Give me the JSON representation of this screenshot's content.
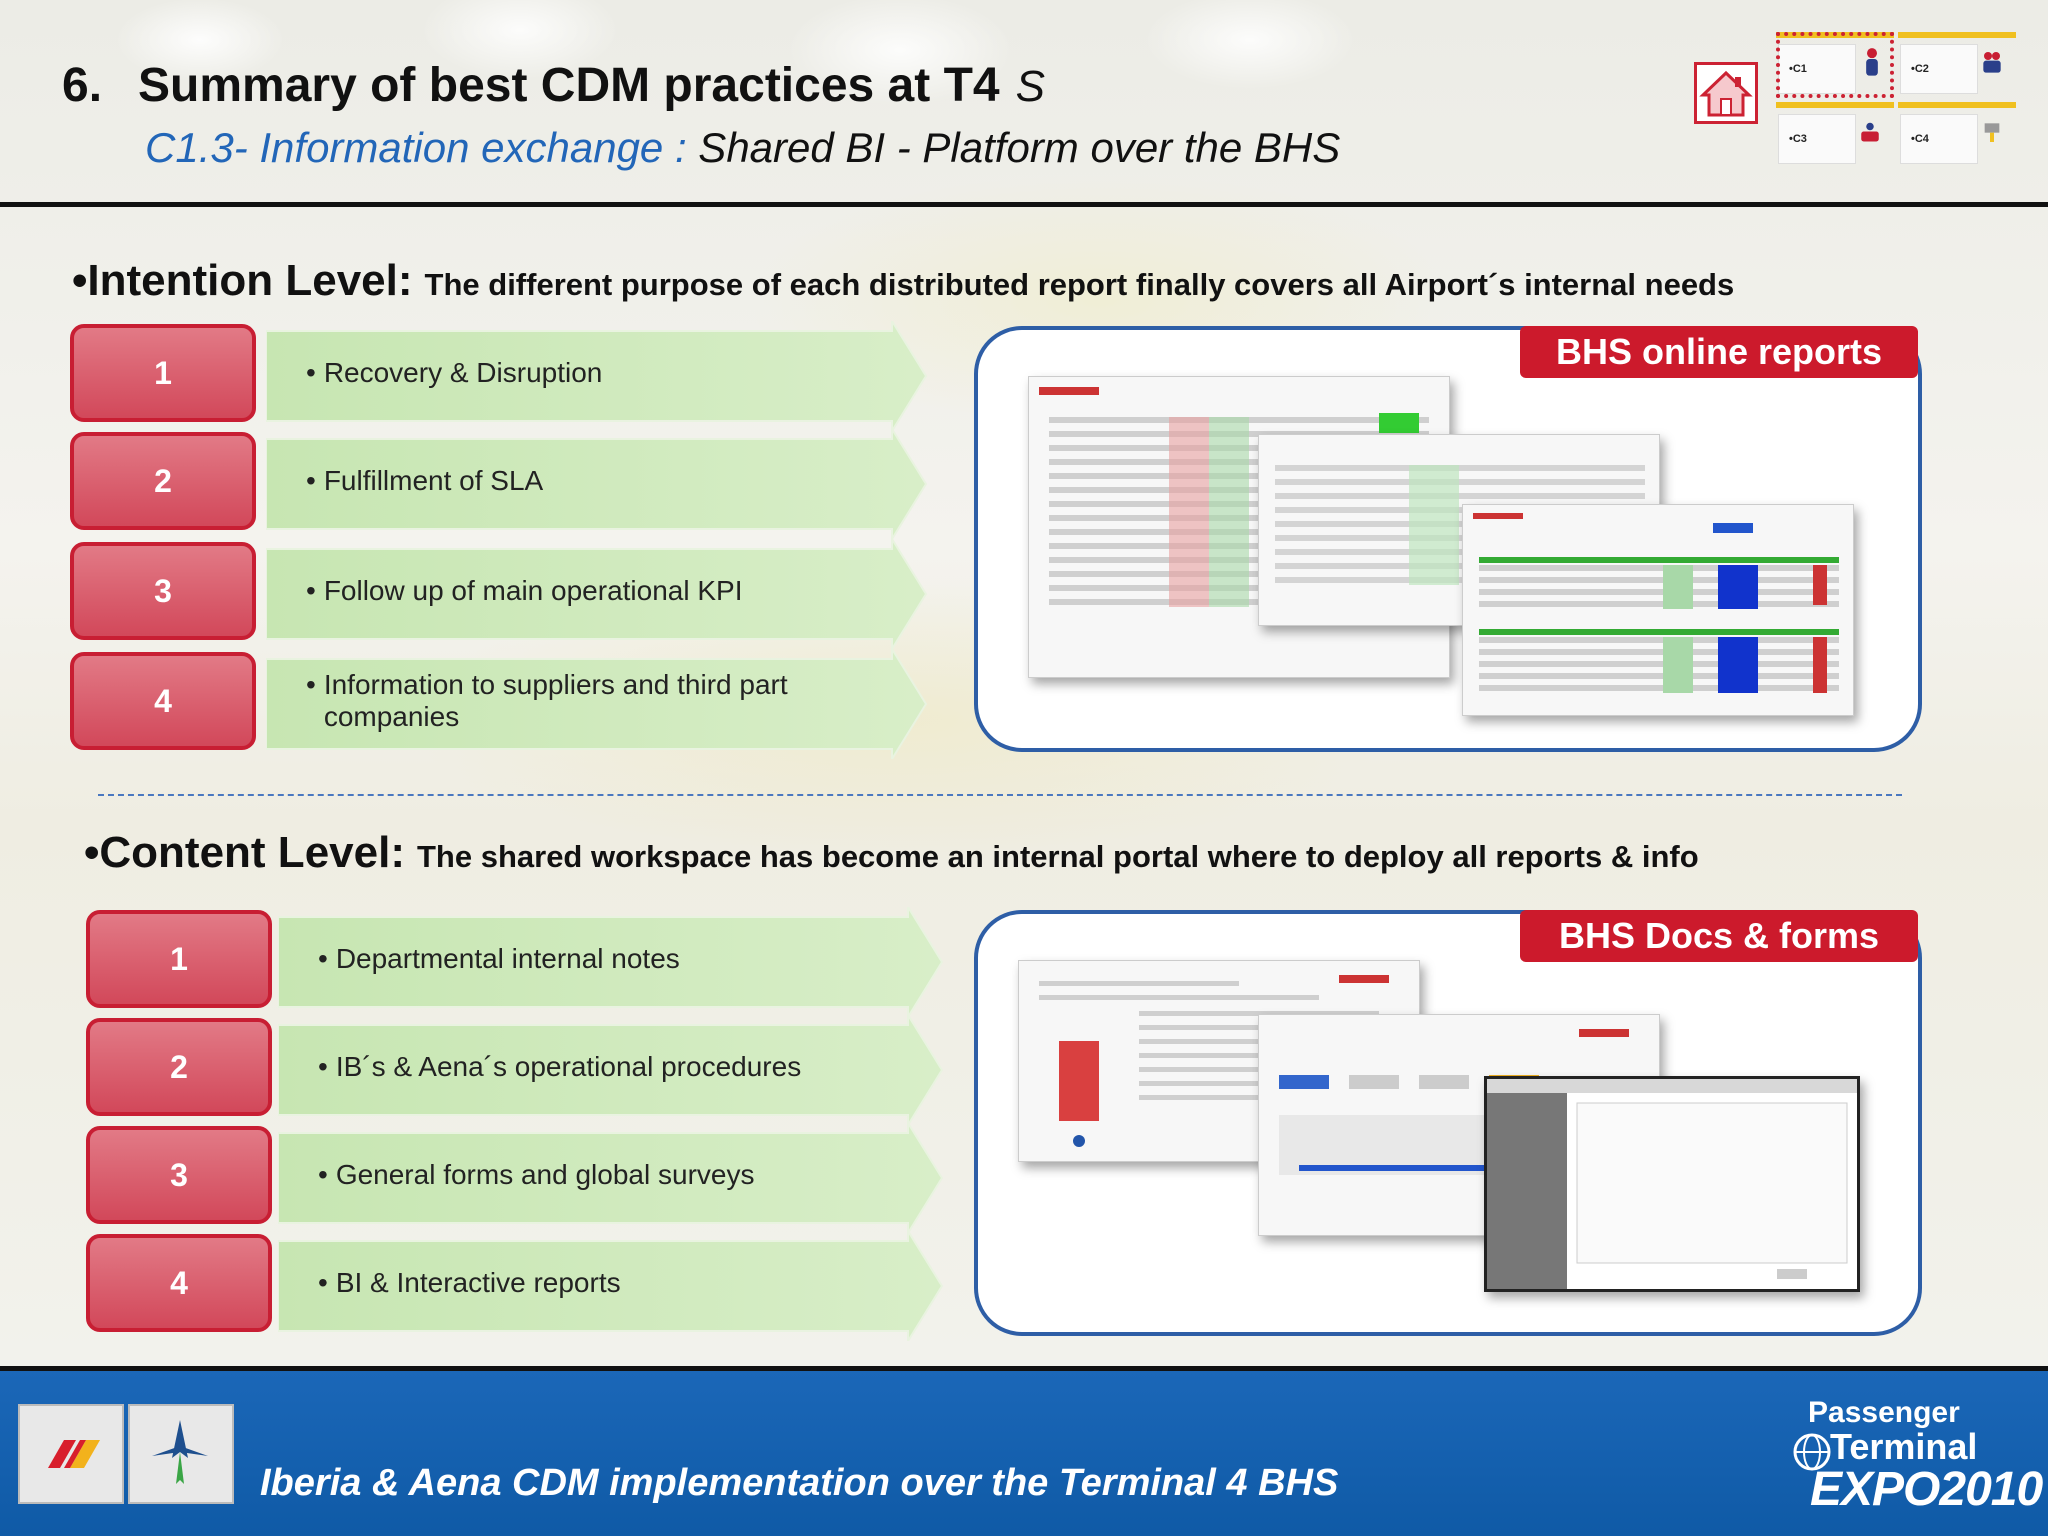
{
  "header": {
    "title_number": "6.",
    "title_text": "Summary of best CDM practices at T4",
    "title_suffix": "S",
    "subtitle_code": "C1.3- Information exchange :",
    "subtitle_text": " Shared BI - Platform over the BHS"
  },
  "nav": {
    "cells": [
      "•C1",
      "•C2",
      "•C3",
      "•C4"
    ],
    "selected": "•C1"
  },
  "intention": {
    "heading_big": "•Intention Level:",
    "heading_small": "The different purpose of each distributed report finally covers all Airport´s internal needs",
    "items": [
      {
        "num": "1",
        "text": "Recovery & Disruption"
      },
      {
        "num": "2",
        "text": "Fulfillment of SLA"
      },
      {
        "num": "3",
        "text": "Follow up of main operational KPI"
      },
      {
        "num": "4",
        "text": "Information to suppliers and  third part companies"
      }
    ],
    "panel_label": "BHS online reports"
  },
  "content": {
    "heading_big": "•Content Level:",
    "heading_small": "The shared workspace has become an internal portal where to deploy all reports & info",
    "items": [
      {
        "num": "1",
        "text": "Departmental internal notes"
      },
      {
        "num": "2",
        "text": "IB´s & Aena´s operational procedures"
      },
      {
        "num": "3",
        "text": "General forms and global surveys"
      },
      {
        "num": "4",
        "text": "BI  & Interactive reports"
      }
    ],
    "panel_label": "BHS Docs & forms"
  },
  "footer": {
    "text": "Iberia & Aena CDM implementation over the Terminal 4 BHS",
    "expo_line1": "Passenger",
    "expo_line2": "Terminal",
    "expo_line3": "EXPO2010"
  },
  "colors": {
    "accent_red": "#cc1a2c",
    "panel_blue": "#2e5ea6",
    "arrow_green": "#cbe8b8",
    "footer_blue": "#1b67b8"
  }
}
